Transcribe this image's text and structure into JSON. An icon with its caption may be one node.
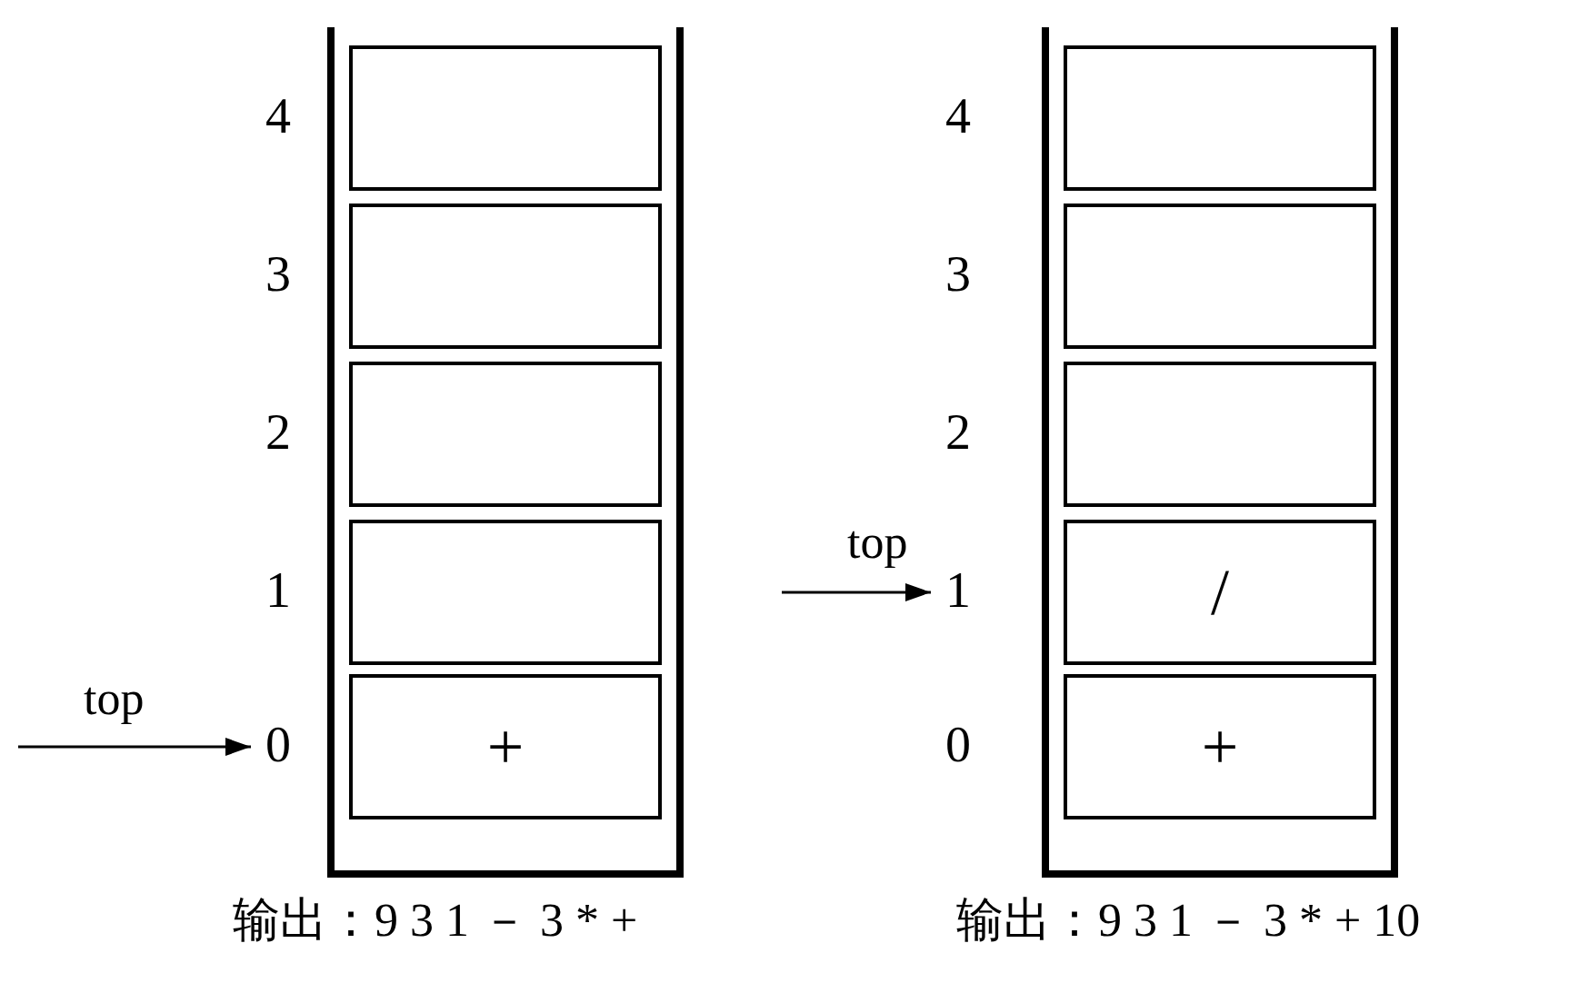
{
  "diagram": {
    "nodes": [
      {
        "text": [],
        "shape": "box"
      },
      {
        "text": [],
        "shape": "box",
        "in": 0
      },
      {
        "text": [],
        "shape": "box",
        "in": 0
      },
      {
        "text": [],
        "shape": "box",
        "in": 0
      },
      {
        "text": [],
        "shape": "box",
        "in": 0
      },
      {
        "text": [
          "+"
        ],
        "in": 0
      },
      {
        "text": [
          "4"
        ]
      },
      {
        "text": [
          "3"
        ]
      },
      {
        "text": [
          "2"
        ]
      },
      {
        "text": [
          "1"
        ]
      },
      {
        "text": [
          "0"
        ]
      },
      {
        "text": [],
        "shape": "box"
      },
      {
        "text": [],
        "shape": "box",
        "in": 11
      },
      {
        "text": [],
        "shape": "box",
        "in": 11
      },
      {
        "text": [],
        "shape": "box",
        "in": 11
      },
      {
        "text": [
          "/"
        ],
        "in": 11
      },
      {
        "text": [
          "+"
        ],
        "in": 11
      },
      {
        "text": [
          "4"
        ]
      },
      {
        "text": [
          "3"
        ]
      },
      {
        "text": [
          "2"
        ]
      },
      {
        "text": [
          "1"
        ]
      },
      {
        "text": [
          "0"
        ]
      }
    ],
    "edges": [
      {
        "from": null,
        "to": 10,
        "arrow": "to",
        "label": "top"
      },
      {
        "from": null,
        "to": 20,
        "arrow": "to",
        "label": "top"
      }
    ],
    "labels": [
      "输出：9 3 1 － 3 * +",
      "输出：9 3 1 － 3 * + 10"
    ]
  }
}
